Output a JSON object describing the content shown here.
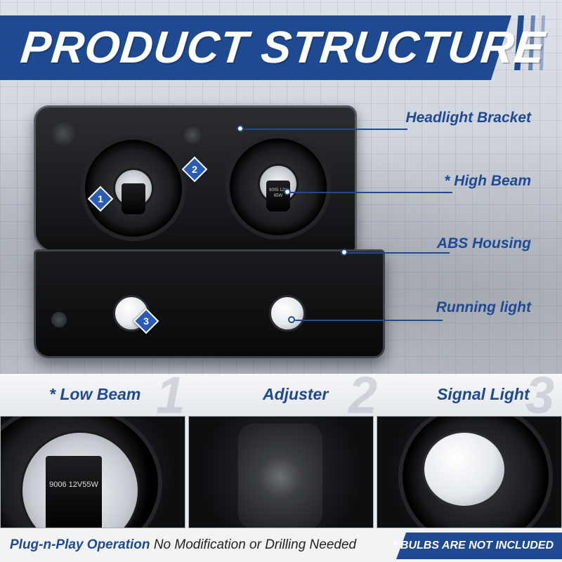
{
  "header": {
    "title": "PRODUCT STRUCTURE"
  },
  "callouts": [
    {
      "label": "Headlight Bracket"
    },
    {
      "label": "* High Beam"
    },
    {
      "label": "ABS Housing"
    },
    {
      "label": "Running light"
    }
  ],
  "markers": [
    "1",
    "2",
    "3"
  ],
  "bulb_text": {
    "high_beam": "9005 12V 65W",
    "low_beam": "9006 12V55W"
  },
  "details": [
    {
      "label": "* Low Beam",
      "number": "1"
    },
    {
      "label": "Adjuster",
      "number": "2"
    },
    {
      "label": "Signal Light",
      "number": "3"
    }
  ],
  "footer": {
    "plug_label": "Plug-n-Play Operation",
    "plug_desc": "No Modification or Drilling Needed",
    "bulbs_note": "* BULBS ARE NOT INCLUDED"
  },
  "colors": {
    "brand_blue": "#1f4a92",
    "marker_blue": "#2a5bb5",
    "background": "#e9ecf2"
  },
  "icons": [
    "numbered-marker-icon",
    "callout-dot-icon"
  ]
}
